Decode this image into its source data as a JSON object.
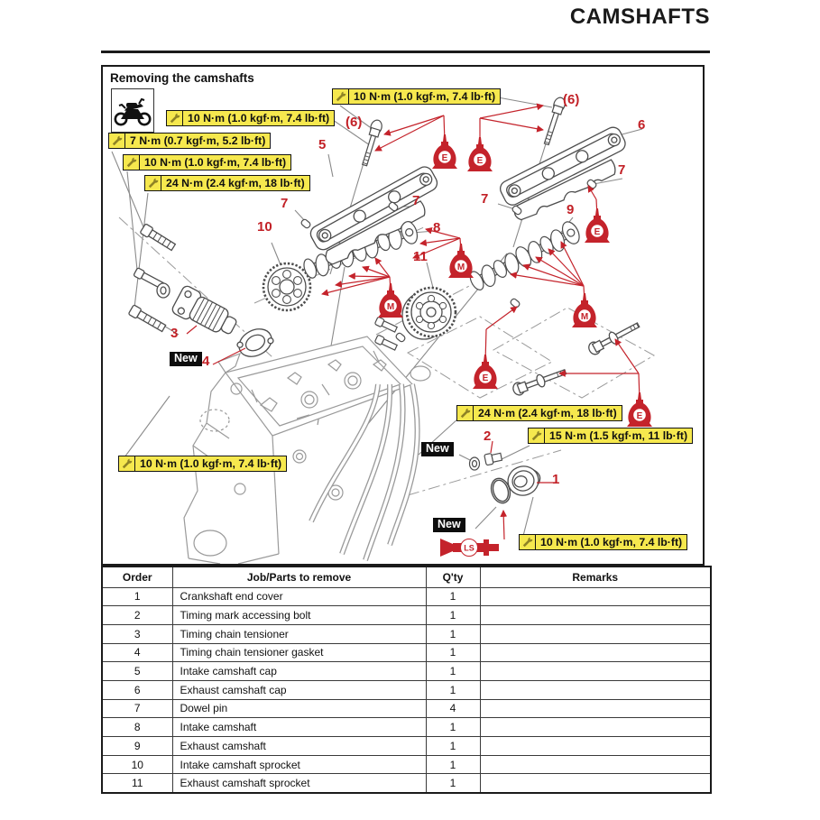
{
  "page": {
    "title": "CAMSHAFTS"
  },
  "diagram": {
    "heading": "Removing the camshafts",
    "new_label": "New",
    "torque_labels": [
      {
        "text": "10 N·m (1.0 kgf·m, 7.4 lb·ft)"
      },
      {
        "text": "10 N·m (1.0 kgf·m, 7.4 lb·ft)"
      },
      {
        "text": "7 N·m (0.7 kgf·m, 5.2 lb·ft)"
      },
      {
        "text": "10 N·m (1.0 kgf·m, 7.4 lb·ft)"
      },
      {
        "text": "24 N·m (2.4 kgf·m, 18 lb·ft)"
      },
      {
        "text": "24 N·m (2.4 kgf·m, 18 lb·ft)"
      },
      {
        "text": "15 N·m (1.5 kgf·m, 11 lb·ft)"
      },
      {
        "text": "10 N·m (1.0 kgf·m, 7.4 lb·ft)"
      },
      {
        "text": "10 N·m (1.0 kgf·m, 7.4 lb·ft)"
      }
    ],
    "callouts": [
      {
        "label": "(6)"
      },
      {
        "label": "(6)"
      },
      {
        "label": "5"
      },
      {
        "label": "6"
      },
      {
        "label": "7"
      },
      {
        "label": "7"
      },
      {
        "label": "7"
      },
      {
        "label": "7"
      },
      {
        "label": "8"
      },
      {
        "label": "9"
      },
      {
        "label": "10"
      },
      {
        "label": "11"
      },
      {
        "label": "3"
      },
      {
        "label": "4"
      },
      {
        "label": "2"
      },
      {
        "label": "1"
      }
    ],
    "oil": {
      "engine": "E",
      "moly": "M",
      "grease": "LS"
    },
    "colors": {
      "accent_red": "#c4232b",
      "label_yellow": "#f6e84e"
    }
  },
  "table": {
    "headers": [
      "Order",
      "Job/Parts to remove",
      "Q'ty",
      "Remarks"
    ],
    "rows": [
      {
        "order": "1",
        "job": "Crankshaft end cover",
        "qty": "1",
        "remarks": ""
      },
      {
        "order": "2",
        "job": "Timing mark accessing bolt",
        "qty": "1",
        "remarks": ""
      },
      {
        "order": "3",
        "job": "Timing chain tensioner",
        "qty": "1",
        "remarks": ""
      },
      {
        "order": "4",
        "job": "Timing chain tensioner gasket",
        "qty": "1",
        "remarks": ""
      },
      {
        "order": "5",
        "job": "Intake camshaft cap",
        "qty": "1",
        "remarks": ""
      },
      {
        "order": "6",
        "job": "Exhaust camshaft cap",
        "qty": "1",
        "remarks": ""
      },
      {
        "order": "7",
        "job": "Dowel pin",
        "qty": "4",
        "remarks": ""
      },
      {
        "order": "8",
        "job": "Intake camshaft",
        "qty": "1",
        "remarks": ""
      },
      {
        "order": "9",
        "job": "Exhaust camshaft",
        "qty": "1",
        "remarks": ""
      },
      {
        "order": "10",
        "job": "Intake camshaft sprocket",
        "qty": "1",
        "remarks": ""
      },
      {
        "order": "11",
        "job": "Exhaust camshaft sprocket",
        "qty": "1",
        "remarks": ""
      }
    ]
  }
}
